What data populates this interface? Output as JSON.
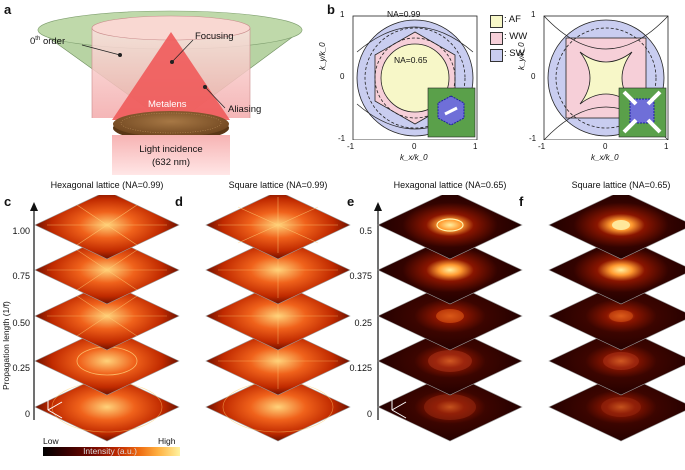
{
  "panels": {
    "a": "a",
    "b": "b",
    "c": "c",
    "d": "d",
    "e": "e",
    "f": "f"
  },
  "panel_a": {
    "zeroth_order": "0",
    "zeroth_order_sup": "th",
    "zeroth_order_suffix": " order",
    "focusing": "Focusing",
    "metalens": "Metalens",
    "aliasing": "Aliasing",
    "light_incidence": "Light incidence",
    "wavelength": "(632 nm)"
  },
  "panel_b": {
    "na_high": "NA=0.99",
    "na_low": "NA=0.65",
    "ylabel_left": "k_y/k_0",
    "xlabel_left": "k_x/k_0",
    "ylabel_right": "k_y/k_0",
    "xlabel_right": "k_x/k_0",
    "ticks": [
      "1",
      "0",
      "-1"
    ],
    "xticks": [
      "-1",
      "0",
      "1"
    ],
    "legend": [
      {
        "label": ": AF",
        "color": "#f7f7c8"
      },
      {
        "label": ": WW",
        "color": "#f6cfd8"
      },
      {
        "label": ": SW",
        "color": "#c9cdf0"
      }
    ]
  },
  "columns": [
    {
      "title": "Hexagonal lattice (NA=0.99)"
    },
    {
      "title": "Square lattice (NA=0.99)"
    },
    {
      "title": "Hexagonal lattice (NA=0.65)"
    },
    {
      "title": "Square lattice (NA=0.65)"
    }
  ],
  "axis_left": {
    "label": "Propagation length (1/f)",
    "ticks": [
      "1.00",
      "0.75",
      "0.50",
      "0.25",
      "0"
    ]
  },
  "axis_right": {
    "ticks": [
      "0.5",
      "0.375",
      "0.25",
      "0.125",
      "0"
    ]
  },
  "colorbar": {
    "low": "Low",
    "high": "High",
    "label": "Intensity (a.u.)"
  },
  "colors": {
    "cone_green": "#b7d3a3",
    "cylinder": "#f4c6c6",
    "focus_red": "#f05a5a",
    "metalens": "#8a5a2b",
    "circle_fill": "#c9cdf0"
  }
}
